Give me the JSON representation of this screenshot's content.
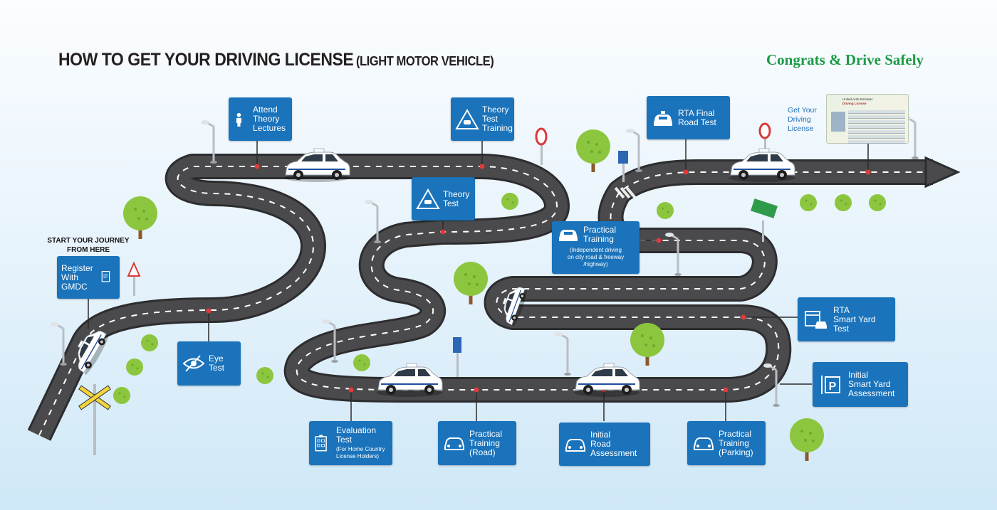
{
  "header": {
    "title": "HOW TO GET YOUR DRIVING LICENSE",
    "subtitle": "(LIGHT MOTOR VEHICLE)",
    "congrats": "Congrats & Drive Safely"
  },
  "start_text": "START YOUR JOURNEY\nFROM HERE",
  "end_text": "Get Your\nDriving\nLicense",
  "license_card": {
    "header_text": "United Arab Emirates",
    "sub_text": "Driving License"
  },
  "steps": [
    {
      "id": "register",
      "label": "Register\nWith GMDC",
      "icon": "document-icon"
    },
    {
      "id": "eye-test",
      "label": "Eye\nTest",
      "icon": "eye-icon"
    },
    {
      "id": "attend-theory",
      "label": "Attend\nTheory\nLectures",
      "icon": "person-icon"
    },
    {
      "id": "theory-test-training",
      "label": "Theory\nTest\nTraining",
      "icon": "road-sign-icon"
    },
    {
      "id": "theory-test",
      "label": "Theory\nTest",
      "icon": "road-sign-icon"
    },
    {
      "id": "evaluation-test",
      "label": "Evaluation\nTest",
      "note": "(For Home Country\nLicense Holders)",
      "icon": "checklist-icon"
    },
    {
      "id": "practical-road",
      "label": "Practical\nTraining\n(Road)",
      "icon": "car-icon"
    },
    {
      "id": "initial-road",
      "label": "Initial\nRoad\nAssessment",
      "icon": "car-icon"
    },
    {
      "id": "practical-parking",
      "label": "Practical\nTraining\n(Parking)",
      "icon": "car-icon"
    },
    {
      "id": "initial-yard",
      "label": "Initial\nSmart Yard\nAssessment",
      "icon": "parking-icon"
    },
    {
      "id": "rta-yard",
      "label": "RTA\nSmart Yard\nTest",
      "icon": "calendar-car-icon"
    },
    {
      "id": "practical-city",
      "label": "Practical\nTraining",
      "note": "(Independent driving\non city road & freeway\n/highway)",
      "icon": "car-icon"
    },
    {
      "id": "rta-final",
      "label": "RTA Final\nRoad Test",
      "icon": "police-car-icon"
    }
  ],
  "colors": {
    "box": "#1a73bb",
    "road": "#4a4a4c",
    "road_edge": "#2d2d2f",
    "tree": "#8cc63f",
    "trunk": "#8a5a2b",
    "congrats": "#1a9a45",
    "marker": "#e03a3a"
  }
}
